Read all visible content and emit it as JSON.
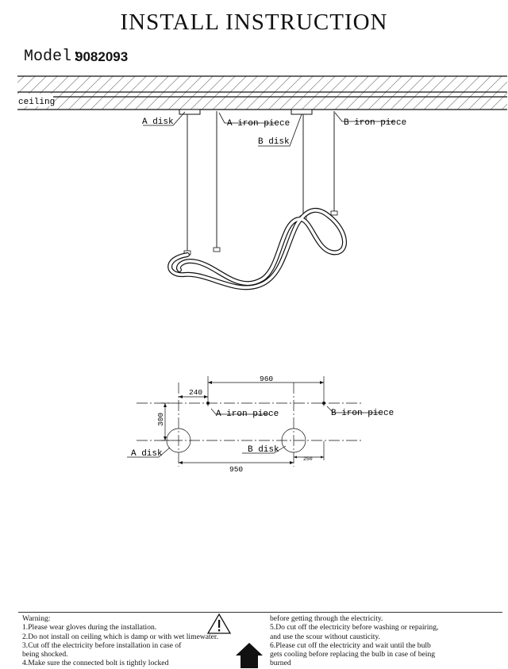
{
  "header": {
    "title": "INSTALL INSTRUCTION",
    "model_label": "Model:",
    "model_number": "9082093"
  },
  "diagram_top": {
    "ceiling": "ceiling",
    "a_disk": "A disk",
    "a_iron_piece": "A iron piece",
    "b_disk": "B disk",
    "b_iron_piece": "B iron piece"
  },
  "diagram_plan": {
    "dim_960": "960",
    "dim_240": "240",
    "dim_300": "300",
    "dim_950": "950",
    "dim_250": "250",
    "a_iron_piece": "A iron piece",
    "b_iron_piece": "B iron piece",
    "a_disk": "A disk",
    "b_disk": "B disk"
  },
  "warnings": {
    "heading": "Warning:",
    "left": [
      "1.Please wear gloves during the installation.",
      "2.Do not install on ceiling which is damp or with wet limewater.",
      "3.Cut off the electricity before installation in case of",
      "being shocked.",
      "4.Make sure the connected bolt is tightly locked"
    ],
    "right": [
      "before getting through the electricity.",
      "5.Do cut off the electricity before washing or repairing,",
      "and use the scour without causticity.",
      "6.Please cut off the electricity and wait until the bulb",
      "gets cooling before replacing the bulb in case of being",
      "burned"
    ]
  }
}
